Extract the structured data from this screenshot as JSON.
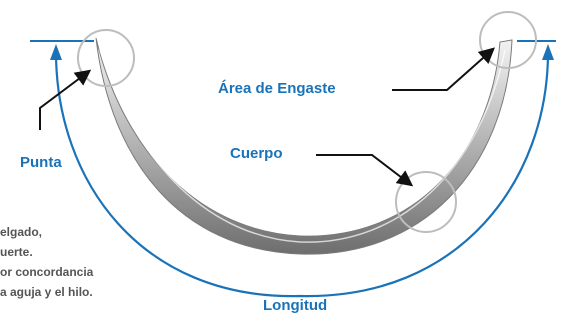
{
  "labels": {
    "area_engaste": "Área de Engaste",
    "punta": "Punta",
    "cuerpo": "Cuerpo",
    "longitud": "Longitud"
  },
  "description": [
    "elgado,",
    "uerte.",
    "or concordancia",
    "a aguja y el hilo."
  ],
  "colors": {
    "accent": "#1a73b8",
    "callout_circle": "#bdbdbd",
    "needle": "#9a9a9a",
    "text_muted": "#555555"
  }
}
